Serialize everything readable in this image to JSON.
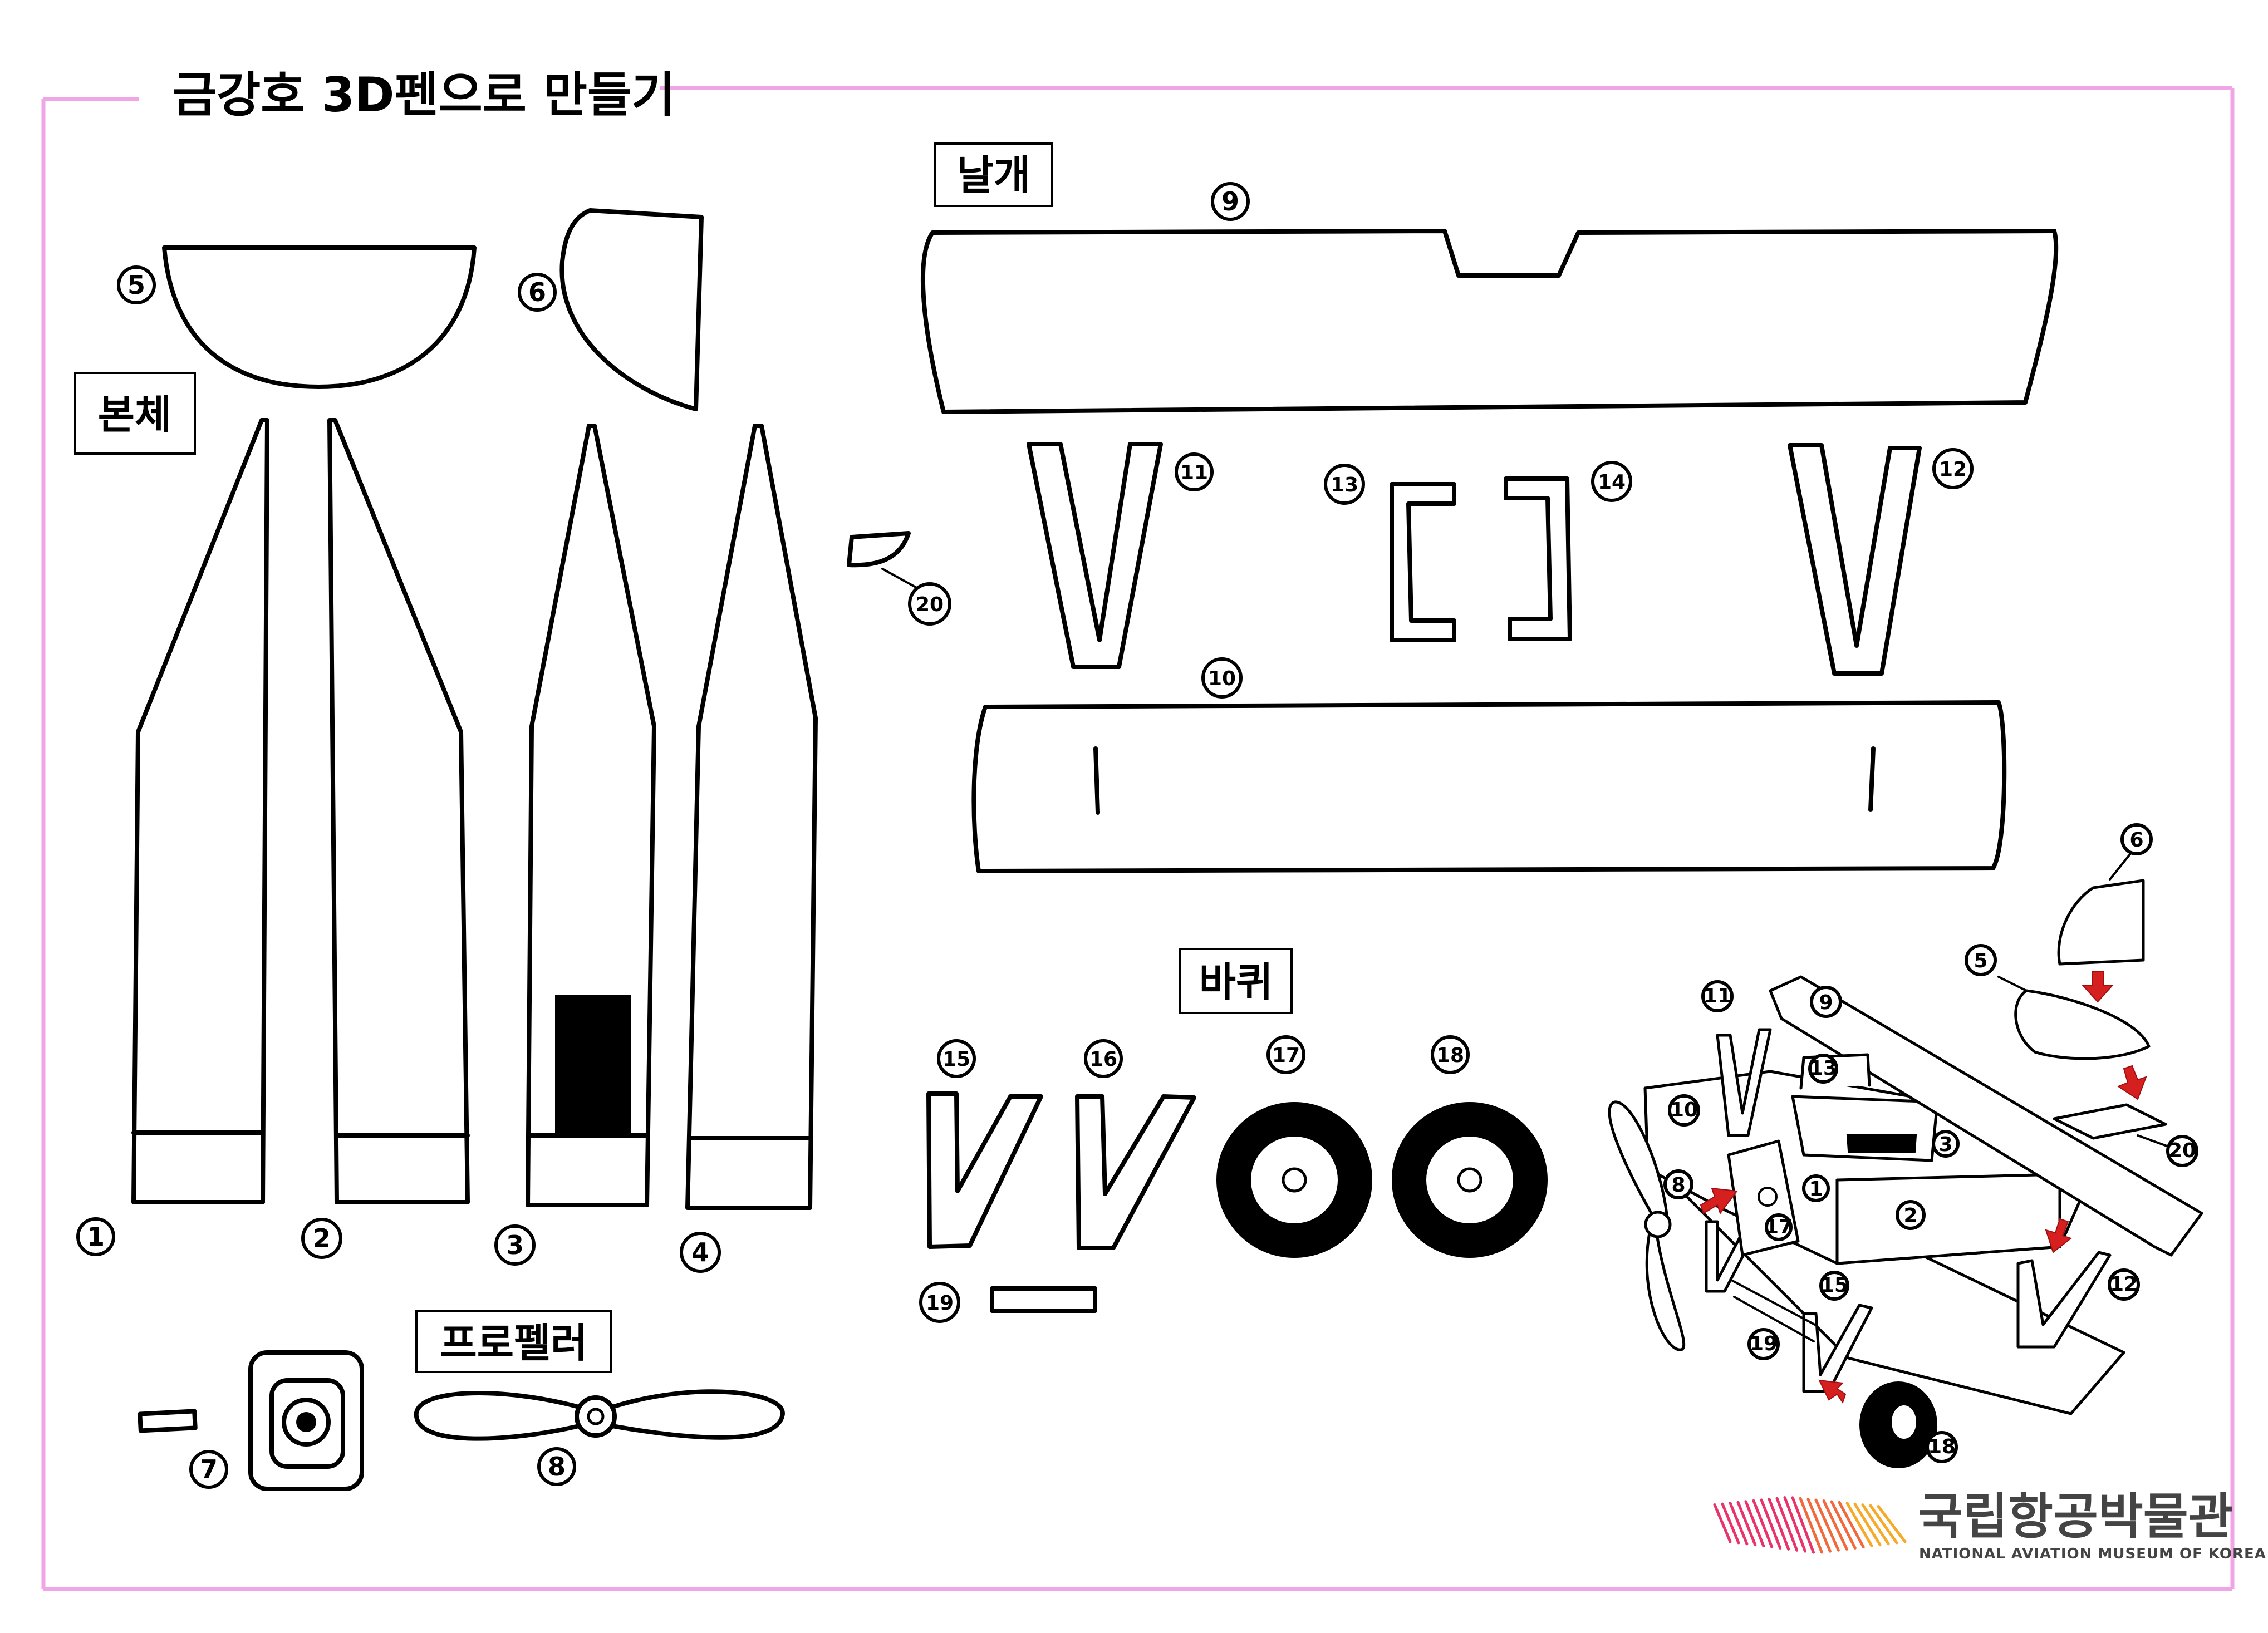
{
  "page": {
    "title": "금강호 3D펜으로 만들기",
    "frame_color": "#f0a6e6"
  },
  "sections": {
    "body": "본체",
    "wing": "날개",
    "wheel": "바퀴",
    "propeller": "프로펠러"
  },
  "part_numbers": [
    "1",
    "2",
    "3",
    "4",
    "5",
    "6",
    "7",
    "8",
    "9",
    "10",
    "11",
    "12",
    "13",
    "14",
    "15",
    "16",
    "17",
    "18",
    "19",
    "20"
  ],
  "assembly_numbers": [
    "1",
    "2",
    "3",
    "5",
    "6",
    "8",
    "9",
    "10",
    "11",
    "12",
    "13",
    "15",
    "17",
    "18",
    "19",
    "20"
  ],
  "logo": {
    "name_ko": "국립항공박물관",
    "name_en": "NATIONAL AVIATION MUSEUM OF KOREA",
    "colors": [
      "#e8336b",
      "#f06a3c",
      "#f7a928"
    ]
  },
  "icons": {
    "assembly_arrow": "red-arrow-icon",
    "logo_mark": "museum-logo-icon"
  },
  "colors": {
    "arrow": "#d62020",
    "outline": "#000000"
  }
}
